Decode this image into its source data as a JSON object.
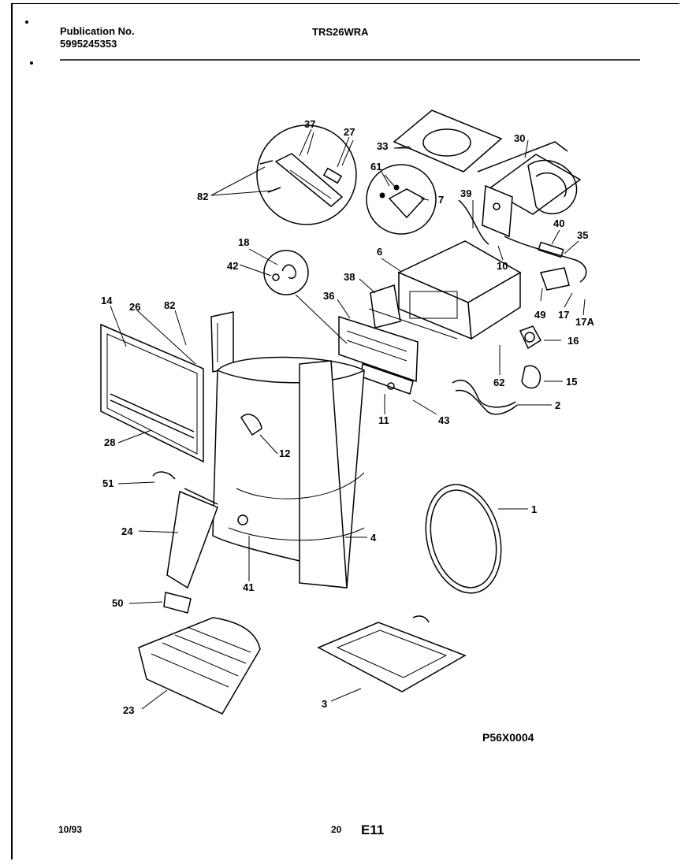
{
  "header": {
    "publication_label": "Publication No.",
    "publication_number": "5995245353",
    "model": "TRS26WRA"
  },
  "diagram": {
    "code": "P56X0004",
    "callouts": [
      "1",
      "2",
      "3",
      "4",
      "6",
      "7",
      "10",
      "11",
      "12",
      "14",
      "15",
      "16",
      "17",
      "17A",
      "18",
      "23",
      "24",
      "26",
      "27",
      "28",
      "30",
      "33",
      "35",
      "36",
      "37",
      "38",
      "39",
      "40",
      "41",
      "42",
      "43",
      "49",
      "50",
      "51",
      "61",
      "62",
      "82"
    ]
  },
  "footer": {
    "date": "10/93",
    "page": "20",
    "section": "E11"
  }
}
